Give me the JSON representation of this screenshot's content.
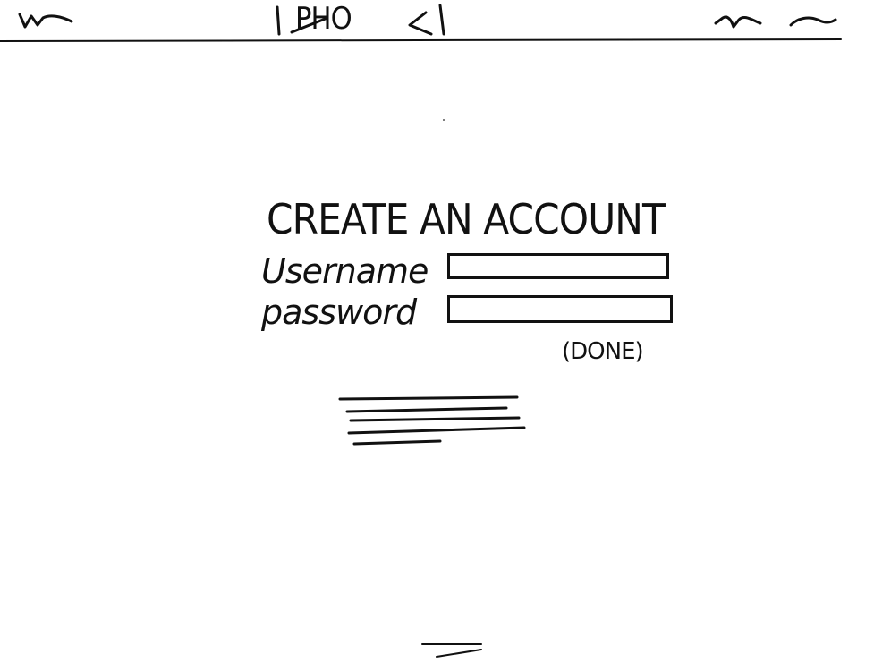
{
  "header": {
    "app_name": "PHO",
    "left_scribble_icon": "signal-scribble",
    "right_scribble_icon": "status-scribble"
  },
  "form": {
    "title": "CREATE AN ACCOUNT",
    "username_label": "Username",
    "password_label": "password",
    "username_value": "",
    "password_value": "",
    "done_label": "(DONE)"
  },
  "footer": {
    "handle_icon": "home-indicator"
  },
  "colors": {
    "ink": "#111111",
    "background": "#ffffff"
  }
}
